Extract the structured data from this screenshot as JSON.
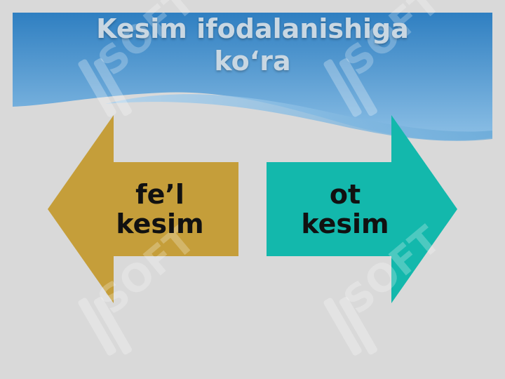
{
  "slide": {
    "title_line1": "Kesim ifodalanishiga",
    "title_line2": "ko‘ra",
    "watermark_text": "SOFT"
  },
  "arrows": [
    {
      "line1": "fe’l",
      "line2": "kesim",
      "direction": "left",
      "color": "#c59e3a"
    },
    {
      "line1": "ot",
      "line2": "kesim",
      "direction": "right",
      "color": "#13b8ac"
    }
  ],
  "colors": {
    "background": "#d9d9d9",
    "header_top": "#3a86c4",
    "header_bottom": "#7fb4dc"
  }
}
